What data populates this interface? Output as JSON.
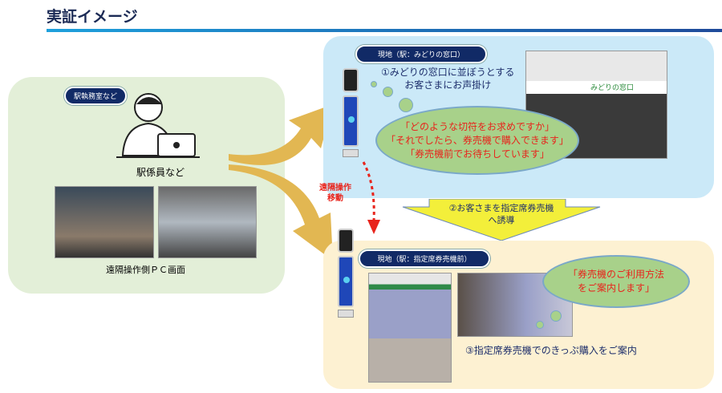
{
  "title": "実証イメージ",
  "left": {
    "badge": "駅執務室など",
    "person_label": "駅係員など",
    "pc_label": "遠隔操作側ＰＣ画面"
  },
  "remote": {
    "label_line1": "遠隔操作",
    "label_line2": "移動"
  },
  "top": {
    "badge": "現地（駅：みどりの窓口）",
    "step1_line1": "①みどりの窓口に並ぼうとする",
    "step1_line2": "お客さまにお声掛け",
    "speech": [
      "「どのような切符をお求めですか」",
      "「それでしたら、券売機で購入できます」",
      "「券売機前でお待ちしています」"
    ],
    "sign": "みどりの窓口"
  },
  "step2": {
    "line1": "②お客さまを指定席券売機",
    "line2": "へ誘導"
  },
  "bottom": {
    "badge": "現地（駅：指定席券売機前）",
    "speech": [
      "「券売機のご利用方法",
      "をご案内します」"
    ],
    "step3": "③指定席券売機でのきっぷ購入をご案内"
  }
}
